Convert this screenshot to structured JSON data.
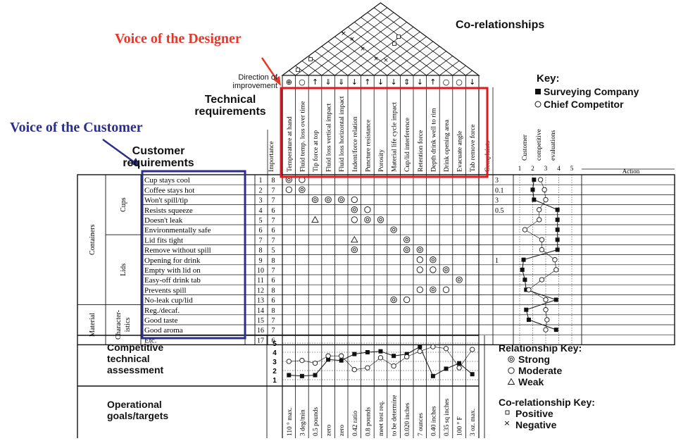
{
  "voice_designer": "Voice of the Designer",
  "voice_customer": "Voice of the Customer",
  "corelationships_title": "Co-relationships",
  "direction_label": "Direction of improvement",
  "technical_requirements_label": "Technical requirements",
  "customer_requirements_label": "Customer requirements",
  "importance_label": "Importance",
  "complaints_label": "Complaints",
  "action_label": "Action",
  "evaluation_labels": [
    "Customer",
    "competitive",
    "evaluations"
  ],
  "evaluation_scale": [
    "1",
    "2",
    "3",
    "4",
    "5"
  ],
  "groups": [
    "Containers",
    "Material"
  ],
  "subgroups": [
    "Cups",
    "Lids",
    "Character-istics"
  ],
  "technical_requirements": [
    "Temperature at hand",
    "Fluid temp. loss over time",
    "Tip force at top",
    "Fluid loss vertical impact",
    "Fluid loss horizontal impact",
    "Indent/force relation",
    "Puncture resistance",
    "Porosity",
    "Material life cycle impact",
    "Cup/lid interference",
    "Retention force",
    "Depth drink well to rim",
    "Drink opening area",
    "Evacuate angle",
    "Tab remove force"
  ],
  "customer_requirements": [
    {
      "name": "Cup stays cool",
      "num": "1",
      "importance": "8",
      "complaint": "3"
    },
    {
      "name": "Coffee stays hot",
      "num": "2",
      "importance": "7",
      "complaint": "0.1"
    },
    {
      "name": "Won't spill/tip",
      "num": "3",
      "importance": "7",
      "complaint": "3"
    },
    {
      "name": "Resists squeeze",
      "num": "4",
      "importance": "6",
      "complaint": "0.5"
    },
    {
      "name": "Doesn't leak",
      "num": "5",
      "importance": "7",
      "complaint": ""
    },
    {
      "name": "Environmentally safe",
      "num": "6",
      "importance": "6",
      "complaint": ""
    },
    {
      "name": "Lid fits tight",
      "num": "7",
      "importance": "7",
      "complaint": ""
    },
    {
      "name": "Remove without spill",
      "num": "8",
      "importance": "5",
      "complaint": ""
    },
    {
      "name": "Opening for drink",
      "num": "9",
      "importance": "8",
      "complaint": "1"
    },
    {
      "name": "Empty with lid on",
      "num": "10",
      "importance": "7",
      "complaint": ""
    },
    {
      "name": "Easy-off drink tab",
      "num": "11",
      "importance": "6",
      "complaint": ""
    },
    {
      "name": "Prevents spill",
      "num": "12",
      "importance": "8",
      "complaint": ""
    },
    {
      "name": "No-leak cup/lid",
      "num": "13",
      "importance": "6",
      "complaint": ""
    },
    {
      "name": "Reg./decaf.",
      "num": "14",
      "importance": "8",
      "complaint": ""
    },
    {
      "name": "Good taste",
      "num": "15",
      "importance": "7",
      "complaint": ""
    },
    {
      "name": "Good aroma",
      "num": "16",
      "importance": "7",
      "complaint": ""
    },
    {
      "name": "Etc.",
      "num": "17",
      "importance": "6",
      "complaint": ""
    }
  ],
  "directions": [
    "⊕",
    "○",
    "↑",
    "⇓",
    "⇓",
    "↓",
    "↑",
    "↓",
    "↓",
    "⇕",
    "↓",
    "↑",
    "○",
    "○",
    "↓"
  ],
  "relationships": [
    [
      0,
      0,
      "S"
    ],
    [
      0,
      1,
      "M"
    ],
    [
      1,
      0,
      "M"
    ],
    [
      1,
      1,
      "S"
    ],
    [
      2,
      2,
      "S"
    ],
    [
      2,
      3,
      "S"
    ],
    [
      2,
      4,
      "S"
    ],
    [
      2,
      5,
      "M"
    ],
    [
      3,
      5,
      "S"
    ],
    [
      3,
      6,
      "M"
    ],
    [
      4,
      2,
      "W"
    ],
    [
      4,
      5,
      "M"
    ],
    [
      4,
      6,
      "S"
    ],
    [
      4,
      7,
      "S"
    ],
    [
      5,
      8,
      "S"
    ],
    [
      6,
      5,
      "W"
    ],
    [
      6,
      9,
      "S"
    ],
    [
      7,
      5,
      "S"
    ],
    [
      7,
      9,
      "S"
    ],
    [
      7,
      10,
      "S"
    ],
    [
      8,
      10,
      "M"
    ],
    [
      8,
      11,
      "S"
    ],
    [
      9,
      10,
      "M"
    ],
    [
      9,
      11,
      "M"
    ],
    [
      9,
      12,
      "S"
    ],
    [
      10,
      13,
      "S"
    ],
    [
      11,
      10,
      "M"
    ],
    [
      11,
      11,
      "S"
    ],
    [
      11,
      12,
      "M"
    ],
    [
      12,
      8,
      "S"
    ],
    [
      12,
      9,
      "M"
    ]
  ],
  "customer_eval": {
    "company": [
      2.1,
      2,
      2.1,
      3.9,
      3.9,
      3.9,
      3.9,
      3.9,
      1.3,
      1.2,
      1.4,
      1.5,
      3.8,
      1.5,
      1.7,
      3.8,
      null
    ],
    "competitor": [
      2.6,
      2.9,
      3,
      2.5,
      2.5,
      1.4,
      2.7,
      2.7,
      3.7,
      3.8,
      2.7,
      1.7,
      3,
      3,
      3.1,
      3,
      null
    ]
  },
  "competitive_assessment": {
    "label": "Competitive technical assessment",
    "scale": [
      "1",
      "2",
      "3",
      "4",
      "5"
    ],
    "company": [
      1.5,
      1.4,
      1.5,
      3.2,
      3.1,
      3.8,
      4,
      4.1,
      3.6,
      3.8,
      4.6,
      1.4,
      2.2,
      2.8,
      1.6
    ],
    "competitor": [
      3,
      3.1,
      2.8,
      3.6,
      3.6,
      2.1,
      2.3,
      3.4,
      2.5,
      3.5,
      4.1,
      4.6,
      4.4,
      2.3,
      4.3
    ]
  },
  "operational_label": "Operational goals/targets",
  "targets": [
    "110 ° max.",
    "3 deg/min",
    "0.5 pounds",
    "zero",
    "zero",
    "0.42 ratio",
    "0.8 pounds",
    "meet test req.",
    "to be determine",
    "0.020 inches",
    "7 ounces",
    "0.40 inches",
    "0.35 sq inches",
    "100 ° F",
    "3 oz. max."
  ],
  "key": {
    "title": "Key:",
    "company": "Surveying Company",
    "competitor": "Chief Competitor"
  },
  "relationship_key": {
    "title": "Relationship Key:",
    "strong": "Strong",
    "moderate": "Moderate",
    "weak": "Weak"
  },
  "corelationship_key": {
    "title": "Co-relationship Key:",
    "positive": "Positive",
    "negative": "Negative"
  },
  "colors": {
    "designer": "#e8362a",
    "customer": "#2b2e8c",
    "frame_red": "#e3171b",
    "frame_blue": "#2b2e8c",
    "ink": "#111111"
  }
}
